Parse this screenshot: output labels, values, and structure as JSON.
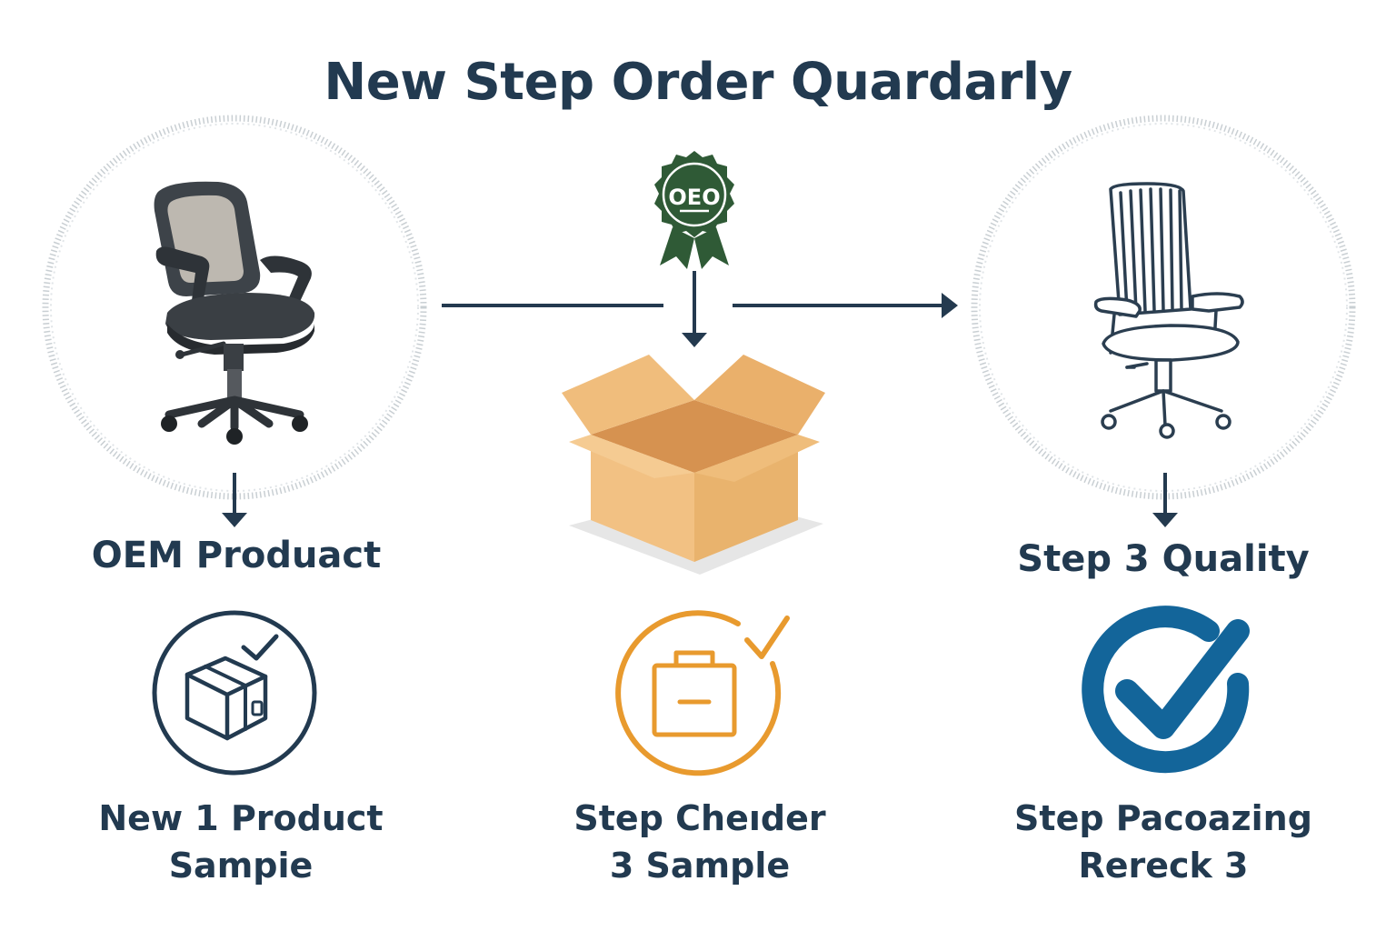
{
  "title": "New Step Order Quardarly",
  "badge": {
    "text": "OEO"
  },
  "steps_top": [
    {
      "label": "OEM Produact"
    },
    {
      "label": "Step 3 Quality"
    }
  ],
  "steps_bottom": [
    {
      "line1": "New 1 Product",
      "line2": "Sampie"
    },
    {
      "line1": "Step Cheıder",
      "line2": "3 Sample"
    },
    {
      "line1": "Step Pacoazing",
      "line2": "Rereck 3"
    }
  ],
  "colors": {
    "navy": "#223a50",
    "dark_green": "#2f5a36",
    "orange": "#e89a2e",
    "blue": "#13659a",
    "cardboard": "#f2c183"
  },
  "icons": [
    "office-chair-icon",
    "award-ribbon-icon",
    "cardboard-box-icon",
    "outline-chair-icon",
    "package-check-icon",
    "briefcase-check-icon",
    "check-circle-icon"
  ]
}
